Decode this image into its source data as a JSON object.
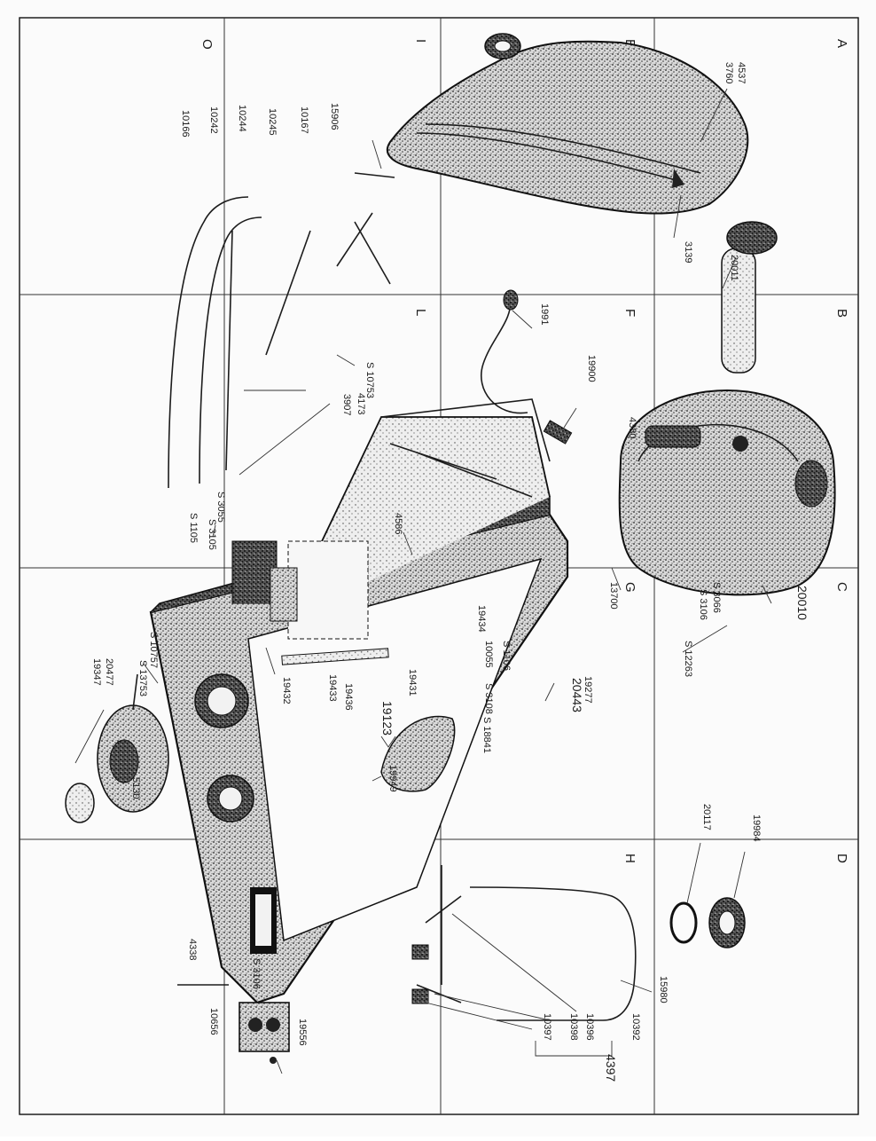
{
  "sheet": {
    "grid_letters": [
      "A",
      "B",
      "C",
      "D",
      "E",
      "F",
      "G",
      "H",
      "O",
      "I",
      "L"
    ]
  },
  "parts": {
    "p4537": "4537",
    "p3760": "3760",
    "p3139": "3139",
    "p20011": "20011",
    "p1991": "1991",
    "p19900": "19900",
    "p4380": "4380",
    "p20010": "20010",
    "pS3066": "S 3066",
    "pS3106a": "S 3106",
    "pS12263": "S 12263",
    "p13700": "13700",
    "p15906": "15906",
    "p10167": "10167",
    "p10245": "10245",
    "p10244": "10244",
    "p10242": "10242",
    "p10166": "10166",
    "pS10753": "S 10753",
    "p4173": "4173",
    "p3907": "3907",
    "pS3055": "S 3055",
    "pS3105": "S 3105",
    "pS1105": "S 1105",
    "p4586": "4586",
    "p19434": "19434",
    "p10055": "10055",
    "pS1106": "S 1106",
    "pS3108": "S 3108",
    "pS18841": "S 18841",
    "p19277": "19277",
    "p20443": "20443",
    "p19432": "19432",
    "p19433": "19433",
    "p19436": "19436",
    "p19431": "19431",
    "p19123": "19123",
    "p19949": "19949",
    "pS10757": "S 10757",
    "pS13753": "S 13753",
    "p20477": "20477",
    "p19347": "19347",
    "p5130": "5130",
    "p20117": "20117",
    "p19984": "19984",
    "p15980": "15980",
    "p10392": "10392",
    "p10396": "10396",
    "p10398": "10398",
    "p10397": "10397",
    "p4397": "4397",
    "p4338": "4338",
    "pS3106b": "S 3106",
    "p10656": "10656",
    "p19556": "19556"
  }
}
